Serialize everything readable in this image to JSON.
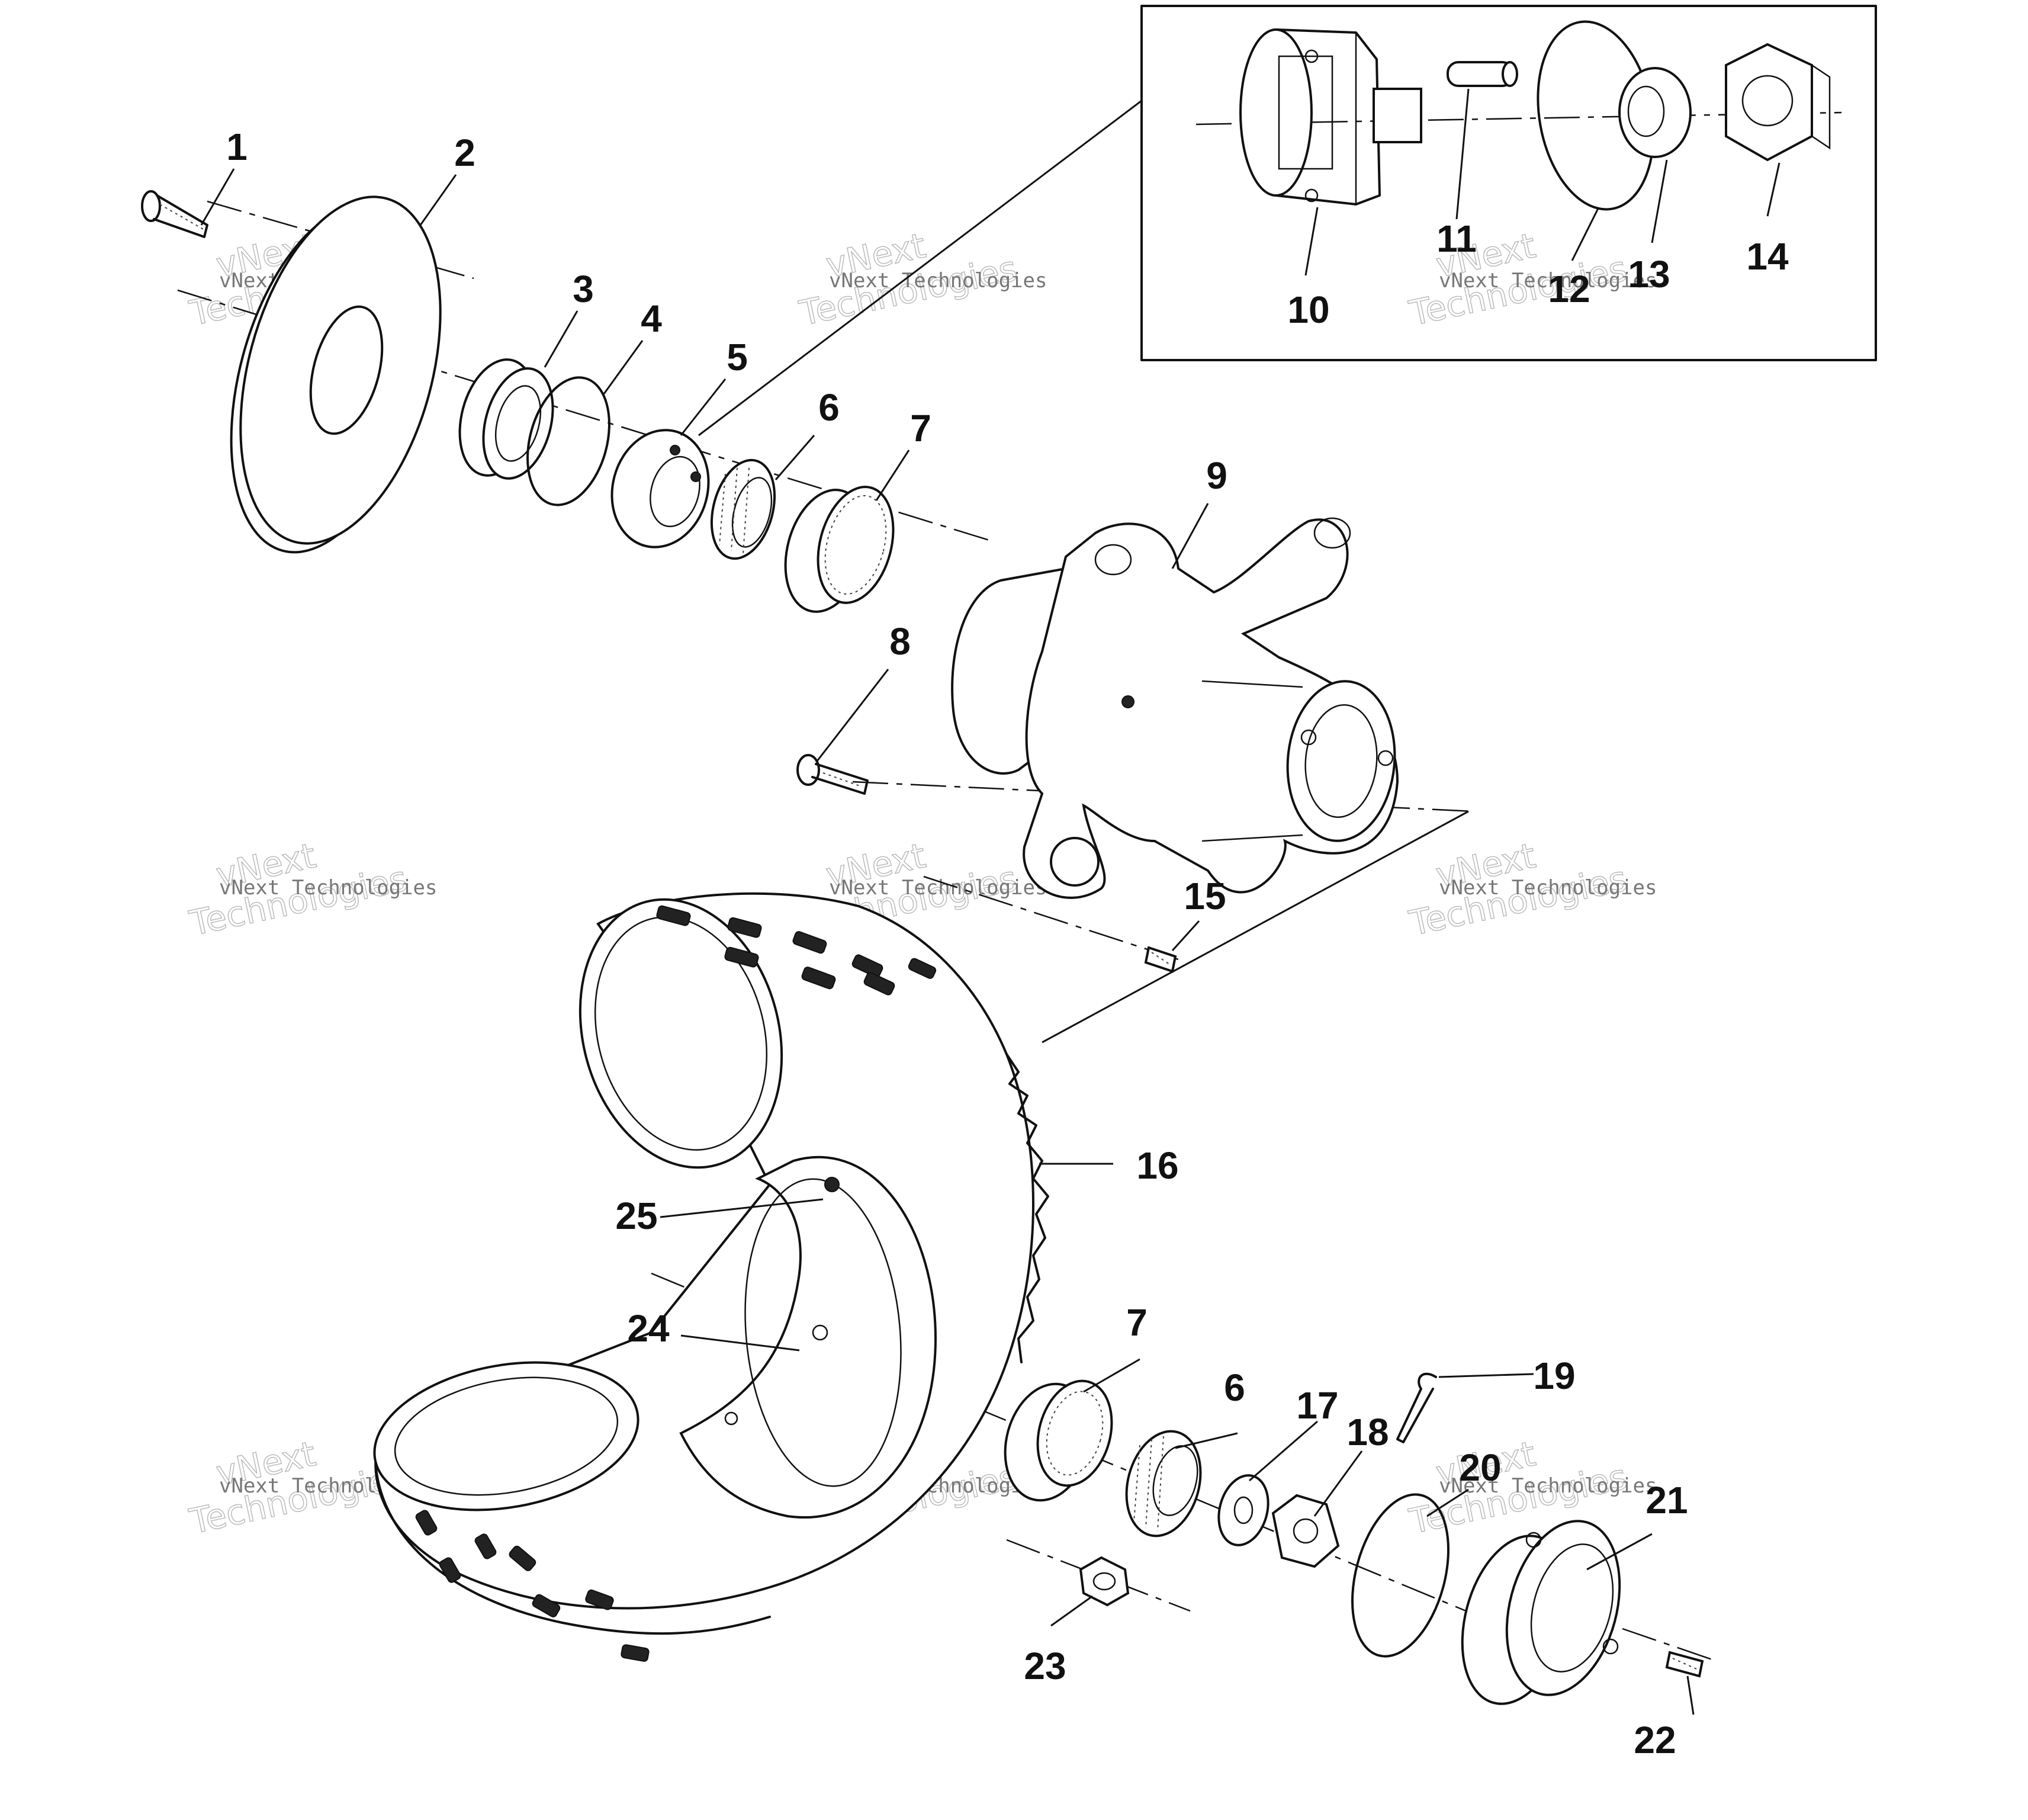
{
  "callouts": [
    {
      "id": "c1",
      "label": "1"
    },
    {
      "id": "c2",
      "label": "2"
    },
    {
      "id": "c3",
      "label": "3"
    },
    {
      "id": "c4",
      "label": "4"
    },
    {
      "id": "c5",
      "label": "5"
    },
    {
      "id": "c6a",
      "label": "6"
    },
    {
      "id": "c7a",
      "label": "7"
    },
    {
      "id": "c8",
      "label": "8"
    },
    {
      "id": "c9",
      "label": "9"
    },
    {
      "id": "c10",
      "label": "10"
    },
    {
      "id": "c11",
      "label": "11"
    },
    {
      "id": "c12",
      "label": "12"
    },
    {
      "id": "c13",
      "label": "13"
    },
    {
      "id": "c14",
      "label": "14"
    },
    {
      "id": "c15",
      "label": "15"
    },
    {
      "id": "c16",
      "label": "16"
    },
    {
      "id": "c17",
      "label": "17"
    },
    {
      "id": "c18",
      "label": "18"
    },
    {
      "id": "c19",
      "label": "19"
    },
    {
      "id": "c20",
      "label": "20"
    },
    {
      "id": "c21",
      "label": "21"
    },
    {
      "id": "c22",
      "label": "22"
    },
    {
      "id": "c23",
      "label": "23"
    },
    {
      "id": "c24",
      "label": "24"
    },
    {
      "id": "c25",
      "label": "25"
    },
    {
      "id": "c6b",
      "label": "6"
    },
    {
      "id": "c7b",
      "label": "7"
    }
  ],
  "watermark": {
    "line1": "vNext",
    "line2": "Technologies",
    "small": "vNext Technologies"
  },
  "colors": {
    "ink": "#111111",
    "paper": "#ffffff",
    "watermark": "#777777"
  }
}
